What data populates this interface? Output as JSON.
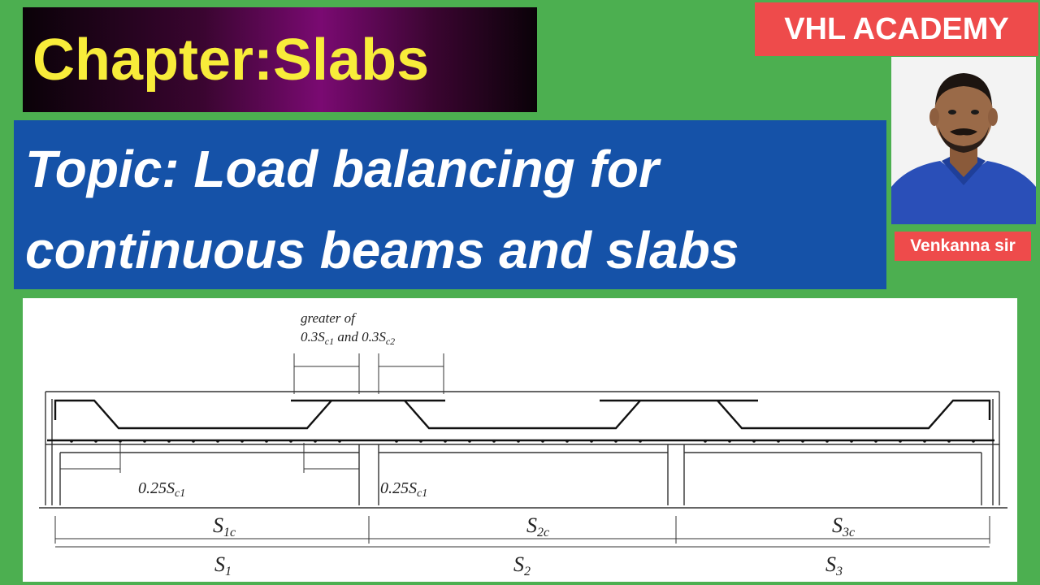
{
  "chapter": {
    "title": "Chapter:Slabs"
  },
  "topic": {
    "line1": "Topic: Load balancing for",
    "line2": "continuous beams and slabs"
  },
  "brand": {
    "name": "VHL ACADEMY"
  },
  "teacher": {
    "label": "Venkanna sir",
    "photo_icon": "person-photo-icon"
  },
  "diagram": {
    "note_line1": "greater of",
    "note_line2_a": "0.3S",
    "note_line2_a_sub": "c1",
    "note_line2_mid": " and 0.3S",
    "note_line2_b_sub": "c2",
    "dim_left_main": "0.25S",
    "dim_left_sub": "c1",
    "dim_mid_main": "0.25S",
    "dim_mid_sub": "c1",
    "clear_spans": [
      {
        "main": "S",
        "sub": "1c"
      },
      {
        "main": "S",
        "sub": "2c"
      },
      {
        "main": "S",
        "sub": "3c"
      }
    ],
    "spans": [
      {
        "main": "S",
        "sub": "1"
      },
      {
        "main": "S",
        "sub": "2"
      },
      {
        "main": "S",
        "sub": "3"
      }
    ]
  },
  "colors": {
    "background": "#4caf50",
    "chapter_text": "#f8ec3a",
    "topic_bg": "#1552a8",
    "brand_bg": "#ee4b4b"
  }
}
